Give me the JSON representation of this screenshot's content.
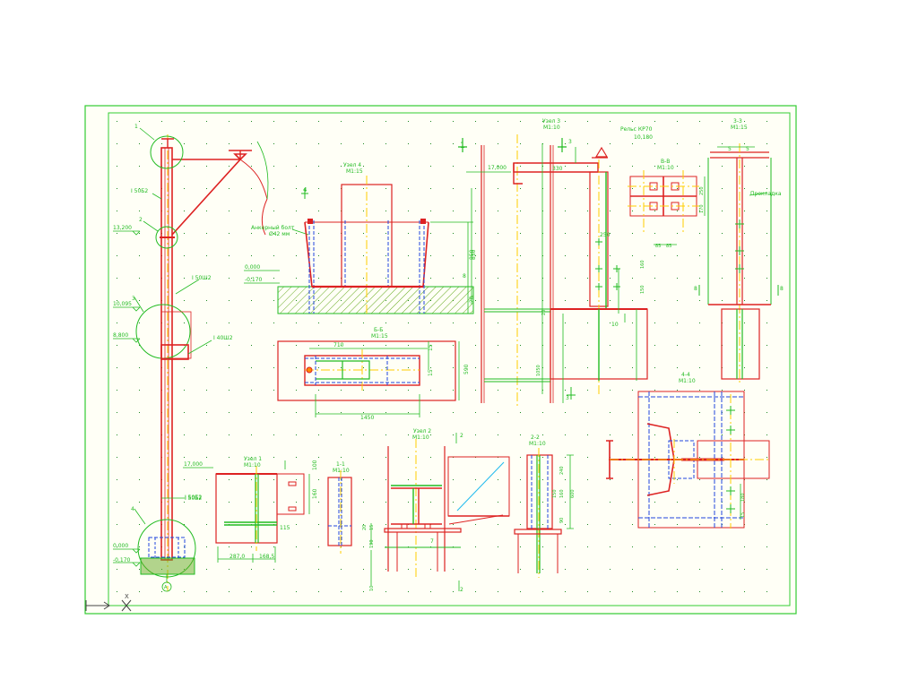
{
  "colors": {
    "paper": "#fffff6",
    "frame": "#33cc33",
    "steel": "#dd2222",
    "dim": "#22bb22",
    "axis": "#ffcc00",
    "hidden": "#2244dd",
    "cyan": "#22bbee",
    "dot": "#1f8a1f"
  },
  "column": {
    "nodes": [
      "1",
      "2",
      "3",
      "4"
    ],
    "levels": [
      "13,200",
      "10,095",
      "8,800",
      "0,000",
      "-0,170"
    ],
    "sections": [
      "I 50Б2",
      "I 50Ш2",
      "I 40Ш2",
      "I 50Б2"
    ],
    "tie_label_1": "Анкерный болт",
    "tie_label_2": "Ø42 мм",
    "axis_mark": "А"
  },
  "node4": {
    "title": "Узел 4",
    "scale": "М1:15",
    "levels": [
      "0,000",
      "-0,170"
    ],
    "dims": [
      "850",
      "20",
      "8"
    ],
    "mark": "4"
  },
  "plan_bb": {
    "title": "Б-Б",
    "scale": "М1:15",
    "dims": [
      "710",
      "1450",
      "590",
      "15",
      "15"
    ]
  },
  "node1": {
    "title": "Узел 1",
    "scale": "М1:10",
    "level": "17,000",
    "section": "I 50Б2",
    "dims": [
      "287,0",
      "168,5",
      "115",
      "100",
      "160"
    ]
  },
  "sec11": {
    "title": "1-1",
    "scale": "М1:10"
  },
  "node2": {
    "title": "Узел 2",
    "scale": "М1:10",
    "marks": [
      "2",
      "2"
    ],
    "dims": [
      "20",
      "15",
      "190",
      "10",
      "7"
    ]
  },
  "sec22": {
    "title": "2-2",
    "scale": "М1:10",
    "dims": [
      "240",
      "160",
      "150",
      "600",
      "90"
    ]
  },
  "node3": {
    "title": "Узел 3",
    "scale": "М1:10",
    "mark": "1",
    "marks": [
      "3",
      "3"
    ],
    "level": "17,000",
    "beam": "Рельс КР70",
    "rail_level": "10,180",
    "dims": [
      "330",
      "850",
      "160",
      "150",
      "10",
      "20",
      "1050",
      "250"
    ]
  },
  "secBB": {
    "title": "В-В",
    "scale": "М1:10",
    "dims": [
      "85",
      "85",
      "250",
      "170"
    ]
  },
  "sec33": {
    "title": "3-3",
    "scale": "М1:15",
    "dims": [
      "5",
      "5"
    ],
    "label": "Прокладка",
    "marks": [
      "8",
      "8"
    ]
  },
  "sec44": {
    "title": "4-4",
    "scale": "М1:10",
    "dims": [
      "180",
      "15"
    ]
  },
  "ucs": {
    "x": "X"
  }
}
